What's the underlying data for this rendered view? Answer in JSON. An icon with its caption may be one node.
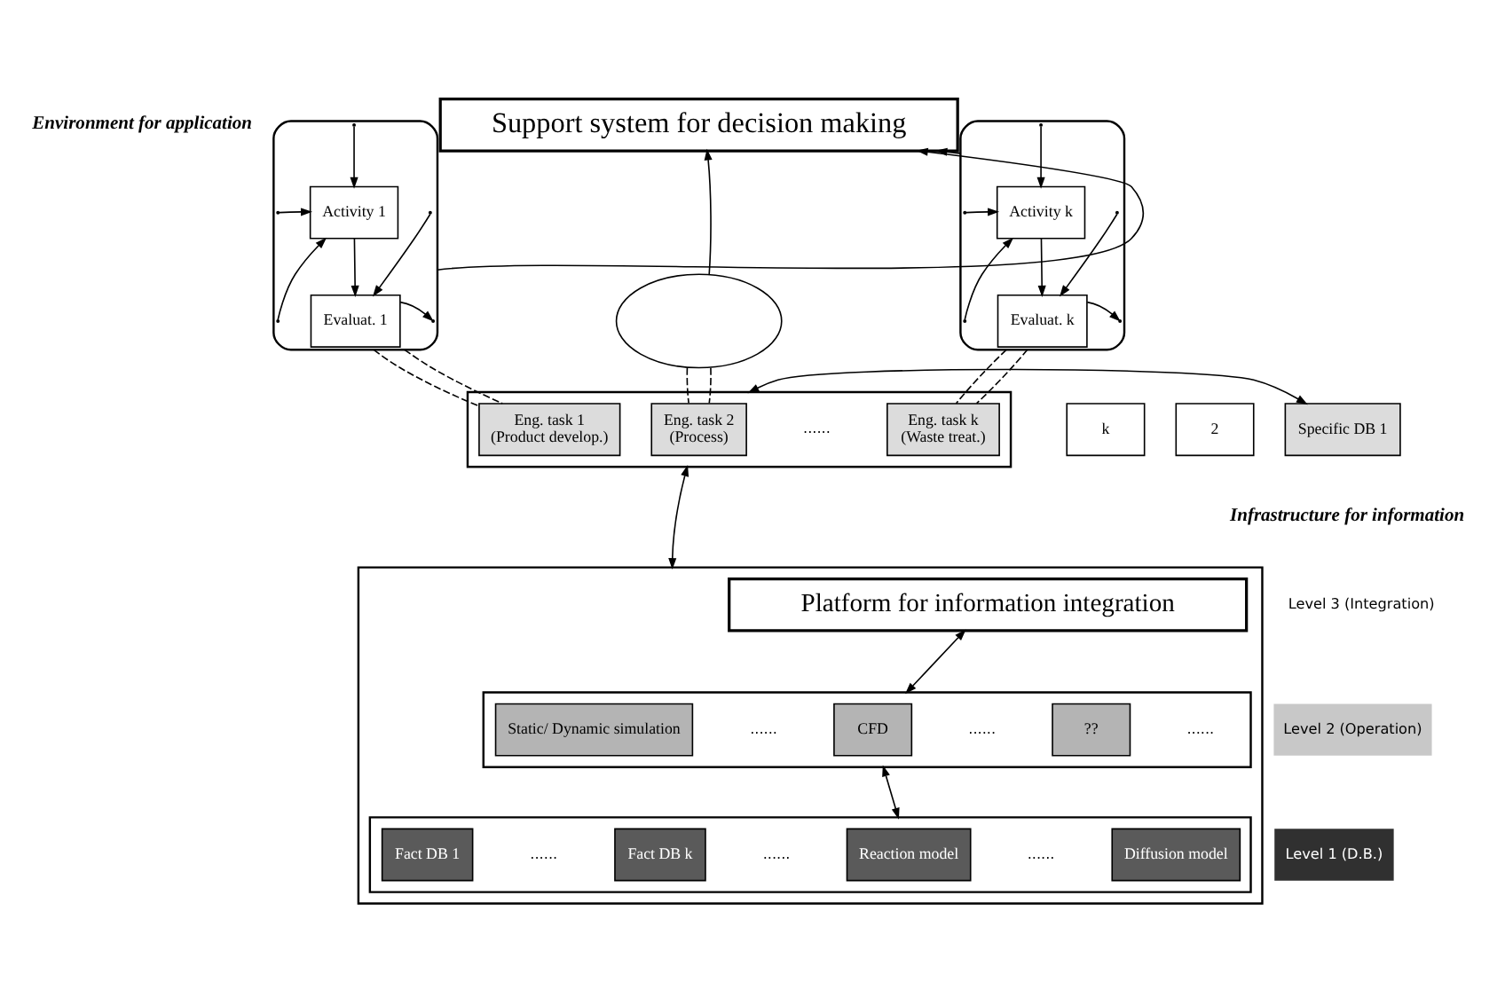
{
  "diagram": {
    "nodes": [
      {
        "text": [
          "Support system for decision making"
        ]
      },
      {
        "text": [],
        "shape": "ellipse"
      },
      {
        "text": [
          "Activity 1"
        ],
        "in": 1
      },
      {
        "text": [
          "Evaluat. 1"
        ],
        "in": 1
      },
      {
        "text": [],
        "shape": "ellipse"
      },
      {
        "text": [],
        "shape": "ellipse"
      },
      {
        "text": [
          "Activity k"
        ],
        "in": 5
      },
      {
        "text": [
          "Evaluat. k"
        ],
        "in": 5
      },
      {
        "text": [
          "Specific DB 1"
        ]
      },
      {
        "text": [
          "2"
        ]
      },
      {
        "text": [
          "k"
        ]
      },
      {
        "text": [],
        "shape": "box"
      },
      {
        "text": [
          "Eng. task 1",
          "(Product develop.)"
        ],
        "in": 11
      },
      {
        "text": [
          "Eng. task 2",
          "(Process)"
        ],
        "in": 11
      },
      {
        "text": [
          "Eng. task k",
          "(Waste treat.)"
        ],
        "in": 11
      },
      {
        "text": [],
        "shape": "box"
      },
      {
        "text": [
          "Platform for information integration"
        ],
        "in": 15
      },
      {
        "text": [],
        "shape": "box",
        "in": 15
      },
      {
        "text": [
          "Static/ Dynamic simulation"
        ],
        "in": 17
      },
      {
        "text": [
          "CFD"
        ],
        "in": 17
      },
      {
        "text": [
          "??"
        ],
        "in": 17
      },
      {
        "text": [],
        "shape": "box",
        "in": 15
      },
      {
        "text": [
          "Fact DB 1"
        ],
        "in": 21
      },
      {
        "text": [
          "Fact DB k"
        ],
        "in": 21
      },
      {
        "text": [
          "Reaction model"
        ],
        "in": 21
      },
      {
        "text": [
          "Diffusion model"
        ],
        "in": 21
      }
    ],
    "edges": [
      {
        "from": 1,
        "to": 2,
        "arrow": "to"
      },
      {
        "from": 1,
        "to": 2,
        "arrow": "to"
      },
      {
        "from": 1,
        "to": 2,
        "arrow": "to"
      },
      {
        "from": 2,
        "to": 3,
        "arrow": "to"
      },
      {
        "from": 1,
        "to": 3,
        "arrow": "to"
      },
      {
        "from": 3,
        "to": 1,
        "arrow": "to"
      },
      {
        "from": 1,
        "to": 0,
        "arrow": "to"
      },
      {
        "from": 4,
        "to": 0,
        "arrow": "to"
      },
      {
        "from": 5,
        "to": 6,
        "arrow": "to"
      },
      {
        "from": 5,
        "to": 6,
        "arrow": "to"
      },
      {
        "from": 5,
        "to": 6,
        "arrow": "to"
      },
      {
        "from": 6,
        "to": 7,
        "arrow": "to"
      },
      {
        "from": 5,
        "to": 7,
        "arrow": "to"
      },
      {
        "from": 7,
        "to": 5,
        "arrow": "to"
      },
      {
        "from": 5,
        "to": 0,
        "arrow": "to"
      },
      {
        "from": 1,
        "to": 12,
        "arrow": "none",
        "style": "dashed"
      },
      {
        "from": 1,
        "to": 12,
        "arrow": "none",
        "style": "dashed"
      },
      {
        "from": 4,
        "to": 13,
        "arrow": "none",
        "style": "dashed"
      },
      {
        "from": 4,
        "to": 13,
        "arrow": "none",
        "style": "dashed"
      },
      {
        "from": 5,
        "to": 14,
        "arrow": "none",
        "style": "dashed"
      },
      {
        "from": 5,
        "to": 14,
        "arrow": "none",
        "style": "dashed"
      },
      {
        "from": 8,
        "to": 11,
        "arrow": "both"
      },
      {
        "from": 11,
        "to": 15,
        "arrow": "both"
      },
      {
        "from": 16,
        "to": 17,
        "arrow": "both"
      },
      {
        "from": 17,
        "to": 21,
        "arrow": "both"
      }
    ],
    "labels": [
      "Environment for application",
      "......",
      "Infrastructure for information",
      "Level 3 (Integration)",
      "Level 2 (Operation)",
      "......",
      "......",
      "......",
      "Level 1 (D.B.)",
      "......",
      "......",
      "......"
    ]
  }
}
